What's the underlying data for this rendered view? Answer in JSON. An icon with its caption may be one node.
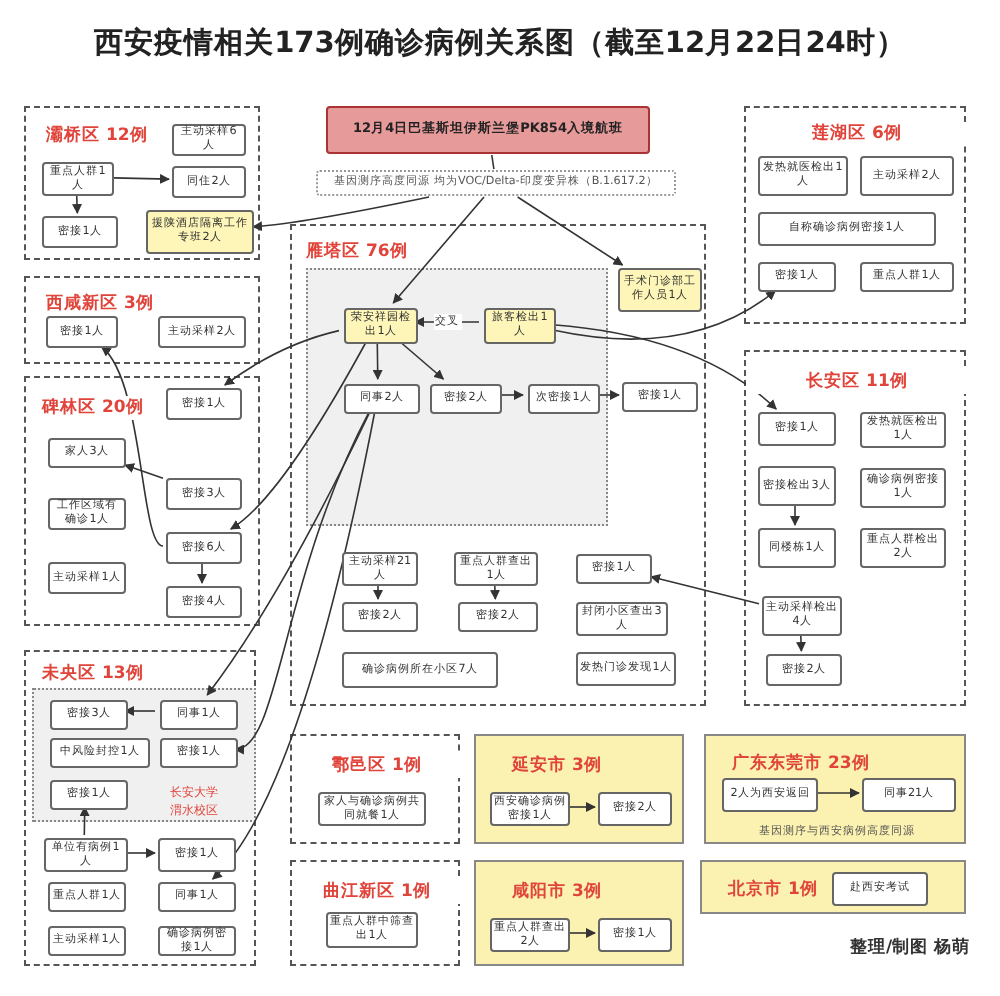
{
  "diagram": {
    "title": "西安疫情相关173例确诊病例关系图（截至12月22日24时）",
    "nodes": [
      {
        "text": [
          "12月4日巴基斯坦伊斯兰堡PK854入境航班"
        ]
      },
      {
        "text": [
          "基因测序高度同源  均为VOC/Delta-印度变异株（B.1.617.2）"
        ]
      },
      {
        "text": [
          "灞桥区 12例"
        ]
      },
      {
        "text": [
          "主动采样6人"
        ],
        "in": 2
      },
      {
        "text": [
          "重点人群1人"
        ],
        "in": 2
      },
      {
        "text": [
          "同住2人"
        ],
        "in": 2
      },
      {
        "text": [
          "密接1人"
        ],
        "in": 2
      },
      {
        "text": [
          "援陕酒店隔离工作专班2人"
        ],
        "in": 2
      },
      {
        "text": [
          "西咸新区 3例"
        ]
      },
      {
        "text": [
          "密接1人"
        ],
        "in": 8
      },
      {
        "text": [
          "主动采样2人"
        ],
        "in": 8
      },
      {
        "text": [
          "碑林区 20例"
        ]
      },
      {
        "text": [
          "密接1人"
        ],
        "in": 11
      },
      {
        "text": [
          "家人3人"
        ],
        "in": 11
      },
      {
        "text": [
          "密接3人"
        ],
        "in": 11
      },
      {
        "text": [
          "工作区域有确诊1人"
        ],
        "in": 11
      },
      {
        "text": [
          "密接6人"
        ],
        "in": 11
      },
      {
        "text": [
          "主动采样1人"
        ],
        "in": 11
      },
      {
        "text": [
          "密接4人"
        ],
        "in": 11
      },
      {
        "text": [
          "雁塔区 76例"
        ]
      },
      {
        "text": [],
        "shape": "box",
        "in": 19
      },
      {
        "text": [
          "荣安祥园检出1人"
        ],
        "in": 20
      },
      {
        "text": [
          "旅客检出1人"
        ],
        "in": 20
      },
      {
        "text": [
          "同事2人"
        ],
        "in": 20
      },
      {
        "text": [
          "密接2人"
        ],
        "in": 20
      },
      {
        "text": [
          "次密接1人"
        ],
        "in": 20
      },
      {
        "text": [
          "主动采样21人"
        ],
        "in": 19
      },
      {
        "text": [
          "密接2人"
        ],
        "in": 19
      },
      {
        "text": [
          "重点人群查出1人"
        ],
        "in": 19
      },
      {
        "text": [
          "密接2人"
        ],
        "in": 19
      },
      {
        "text": [
          "手术门诊部工作人员1人"
        ],
        "in": 19
      },
      {
        "text": [
          "密接1人"
        ],
        "in": 19
      },
      {
        "text": [
          "密接1人"
        ],
        "in": 19
      },
      {
        "text": [
          "封闭小区查出3人"
        ],
        "in": 19
      },
      {
        "text": [
          "确诊病例所在小区7人"
        ],
        "in": 19
      },
      {
        "text": [
          "发热门诊发现1人"
        ],
        "in": 19
      },
      {
        "text": [
          "莲湖区 6例"
        ]
      },
      {
        "text": [
          "发热就医检出1人"
        ],
        "in": 36
      },
      {
        "text": [
          "主动采样2人"
        ],
        "in": 36
      },
      {
        "text": [
          "自称确诊病例密接1人"
        ],
        "in": 36
      },
      {
        "text": [
          "密接1人"
        ],
        "in": 36
      },
      {
        "text": [
          "重点人群1人"
        ],
        "in": 36
      },
      {
        "text": [
          "长安区 11例"
        ]
      },
      {
        "text": [
          "密接1人"
        ],
        "in": 42
      },
      {
        "text": [
          "发热就医检出1人"
        ],
        "in": 42
      },
      {
        "text": [
          "密接检出3人"
        ],
        "in": 42
      },
      {
        "text": [
          "确诊病例密接1人"
        ],
        "in": 42
      },
      {
        "text": [
          "同楼栋1人"
        ],
        "in": 42
      },
      {
        "text": [
          "重点人群检出2人"
        ],
        "in": 42
      },
      {
        "text": [
          "主动采样检出4人"
        ],
        "in": 42
      },
      {
        "text": [
          "密接2人"
        ],
        "in": 42
      },
      {
        "text": [
          "未央区 13例"
        ]
      },
      {
        "text": [
          "长安大学渭水校区"
        ],
        "in": 51
      },
      {
        "text": [
          "密接3人"
        ],
        "in": 52
      },
      {
        "text": [
          "同事1人"
        ],
        "in": 52
      },
      {
        "text": [
          "中风险封控1人"
        ],
        "in": 52
      },
      {
        "text": [
          "密接1人"
        ],
        "in": 52
      },
      {
        "text": [
          "密接1人"
        ],
        "in": 52
      },
      {
        "text": [
          "单位有病例1人"
        ],
        "in": 51
      },
      {
        "text": [
          "密接1人"
        ],
        "in": 51
      },
      {
        "text": [
          "重点人群1人"
        ],
        "in": 51
      },
      {
        "text": [
          "同事1人"
        ],
        "in": 51
      },
      {
        "text": [
          "主动采样1人"
        ],
        "in": 51
      },
      {
        "text": [
          "确诊病例密接1人"
        ],
        "in": 51
      },
      {
        "text": [
          "鄠邑区 1例"
        ]
      },
      {
        "text": [
          "家人与确诊病例共同就餐1人"
        ],
        "in": 64
      },
      {
        "text": [
          "曲江新区 1例"
        ]
      },
      {
        "text": [
          "重点人群中筛查出1人"
        ],
        "in": 66
      },
      {
        "text": [
          "延安市 3例"
        ]
      },
      {
        "text": [
          "西安确诊病例密接1人"
        ],
        "in": 68
      },
      {
        "text": [
          "密接2人"
        ],
        "in": 68
      },
      {
        "text": [
          "咸阳市 3例"
        ]
      },
      {
        "text": [
          "重点人群查出2人"
        ],
        "in": 71
      },
      {
        "text": [
          "密接1人"
        ],
        "in": 71
      },
      {
        "text": [
          "广东东莞市 23例",
          "基因测序与西安病例高度同源"
        ]
      },
      {
        "text": [
          "2人为西安返回"
        ],
        "in": 74
      },
      {
        "text": [
          "同事21人"
        ],
        "in": 74
      },
      {
        "text": [
          "北京市 1例"
        ]
      },
      {
        "text": [
          "赴西安考试"
        ],
        "in": 77
      }
    ],
    "edges": [
      {
        "from": 0,
        "to": 1,
        "arrow": "none"
      },
      {
        "from": 1,
        "to": 7,
        "arrow": "to"
      },
      {
        "from": 1,
        "to": 21,
        "arrow": "to"
      },
      {
        "from": 1,
        "to": 30,
        "arrow": "to"
      },
      {
        "from": 4,
        "to": 5,
        "arrow": "to"
      },
      {
        "from": 4,
        "to": 6,
        "arrow": "to"
      },
      {
        "from": 14,
        "to": 13,
        "arrow": "to"
      },
      {
        "from": 16,
        "to": 18,
        "arrow": "to"
      },
      {
        "from": 16,
        "to": 9,
        "arrow": "to"
      },
      {
        "from": 22,
        "to": 21,
        "arrow": "to",
        "label": "交叉"
      },
      {
        "from": 21,
        "to": 23,
        "arrow": "to"
      },
      {
        "from": 21,
        "to": 24,
        "arrow": "to"
      },
      {
        "from": 24,
        "to": 25,
        "arrow": "to"
      },
      {
        "from": 25,
        "to": 31,
        "arrow": "to"
      },
      {
        "from": 22,
        "to": 40,
        "arrow": "to"
      },
      {
        "from": 22,
        "to": 43,
        "arrow": "to"
      },
      {
        "from": 21,
        "to": 12,
        "arrow": "to"
      },
      {
        "from": 21,
        "to": 16,
        "arrow": "to"
      },
      {
        "from": 26,
        "to": 27,
        "arrow": "to"
      },
      {
        "from": 28,
        "to": 29,
        "arrow": "to"
      },
      {
        "from": 49,
        "to": 32,
        "arrow": "to"
      },
      {
        "from": 49,
        "to": 50,
        "arrow": "to"
      },
      {
        "from": 45,
        "to": 47,
        "arrow": "to"
      },
      {
        "from": 54,
        "to": 53,
        "arrow": "to"
      },
      {
        "from": 58,
        "to": 57,
        "arrow": "to"
      },
      {
        "from": 58,
        "to": 59,
        "arrow": "to"
      },
      {
        "from": 23,
        "to": 54,
        "arrow": "to"
      },
      {
        "from": 23,
        "to": 56,
        "arrow": "to"
      },
      {
        "from": 23,
        "to": 61,
        "arrow": "to"
      },
      {
        "from": 69,
        "to": 70,
        "arrow": "to"
      },
      {
        "from": 72,
        "to": 73,
        "arrow": "to"
      },
      {
        "from": 75,
        "to": 76,
        "arrow": "to"
      }
    ],
    "labels": [
      "整理/制图 杨萌"
    ]
  }
}
